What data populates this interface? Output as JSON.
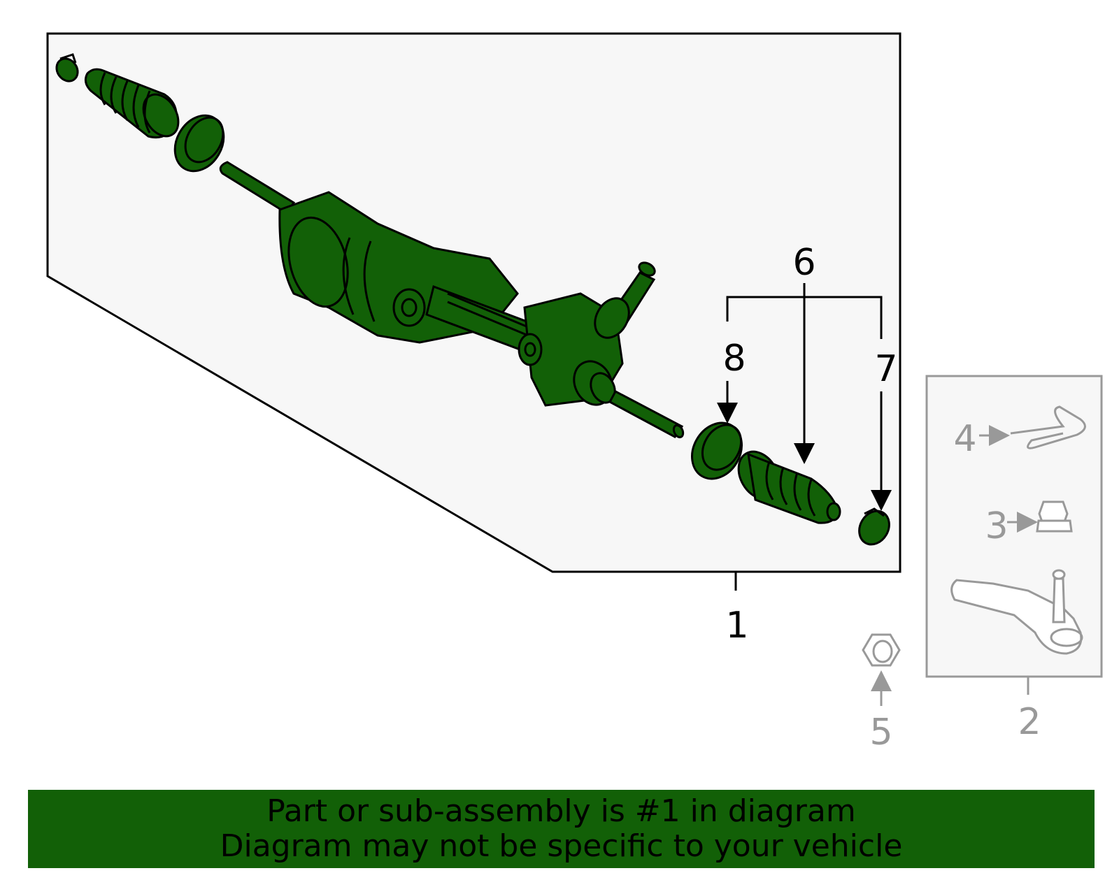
{
  "callouts": {
    "c1": "1",
    "c2": "2",
    "c3": "3",
    "c4": "4",
    "c5": "5",
    "c6": "6",
    "c7": "7",
    "c8": "8"
  },
  "banner": {
    "line1": "Part or sub-assembly is #1 in diagram",
    "line2": "Diagram may not be specific to your vehicle"
  },
  "colors": {
    "part_fill": "#126007",
    "banner_bg": "#126007",
    "box_fill": "#f7f7f7",
    "secondary_gray": "#999999",
    "outline": "#000000"
  }
}
